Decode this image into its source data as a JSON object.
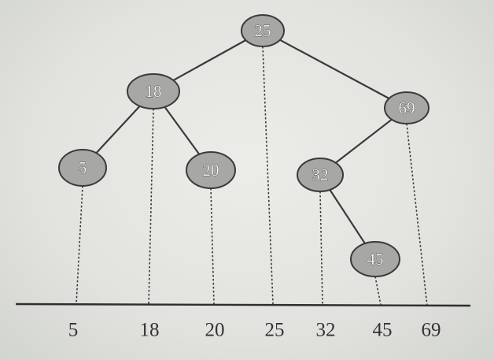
{
  "tree": {
    "nodes": [
      {
        "id": "n25",
        "label": "25"
      },
      {
        "id": "n18",
        "label": "18"
      },
      {
        "id": "n69",
        "label": "69"
      },
      {
        "id": "n5",
        "label": "5"
      },
      {
        "id": "n20",
        "label": "20"
      },
      {
        "id": "n32",
        "label": "32"
      },
      {
        "id": "n45",
        "label": "45"
      }
    ],
    "edges": [
      {
        "from": "n25",
        "to": "n18"
      },
      {
        "from": "n25",
        "to": "n69"
      },
      {
        "from": "n18",
        "to": "n5"
      },
      {
        "from": "n18",
        "to": "n20"
      },
      {
        "from": "n69",
        "to": "n32"
      },
      {
        "from": "n32",
        "to": "n45"
      }
    ]
  },
  "axis": {
    "labels": [
      "5",
      "18",
      "20",
      "25",
      "32",
      "45",
      "69"
    ]
  }
}
